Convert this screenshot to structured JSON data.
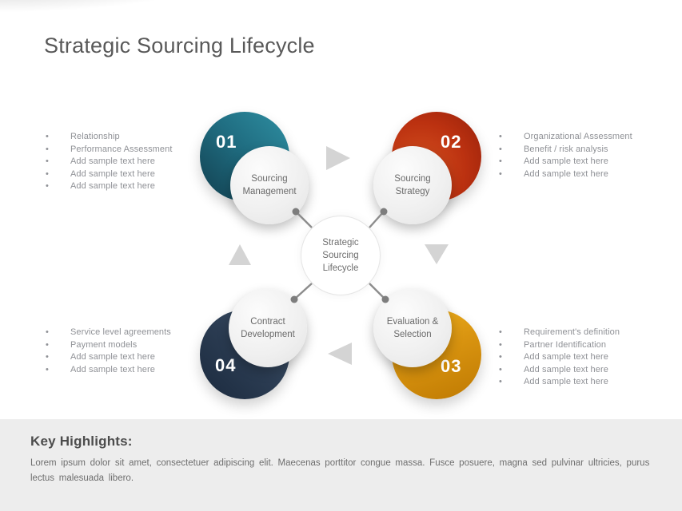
{
  "slide": {
    "title": "Strategic Sourcing Lifecycle"
  },
  "diagram": {
    "center_label": "Strategic Sourcing Lifecycle",
    "steps": [
      {
        "number": "01",
        "title": "Sourcing Management",
        "color": "#1d6b7e"
      },
      {
        "number": "02",
        "title": "Sourcing Strategy",
        "color": "#bb3110"
      },
      {
        "number": "03",
        "title": "Evaluation & Selection",
        "color": "#d99410"
      },
      {
        "number": "04",
        "title": "Contract Development",
        "color": "#2b3c52"
      }
    ],
    "arrows": [
      "right",
      "down",
      "left",
      "up"
    ],
    "connector_color": "#8c8c8c",
    "arrow_color": "#d4d4d4"
  },
  "lists": {
    "top_left": [
      "Relationship",
      "Performance Assessment",
      "Add sample text here",
      "Add sample text here",
      "Add sample text here"
    ],
    "top_right": [
      "Organizational Assessment",
      "Benefit / risk analysis",
      "Add sample text here",
      "Add sample text here"
    ],
    "bottom_left": [
      "Service level agreements",
      "Payment models",
      "Add sample text here",
      "Add sample text here"
    ],
    "bottom_right": [
      "Requirement's definition",
      "Partner Identification",
      "Add sample text here",
      "Add sample text here",
      "Add sample text here"
    ]
  },
  "highlights": {
    "heading": "Key Highlights:",
    "body": "Lorem ipsum dolor sit amet, consectetuer adipiscing elit. Maecenas porttitor congue massa. Fusce posuere, magna sed pulvinar ultricies, purus lectus malesuada libero."
  }
}
